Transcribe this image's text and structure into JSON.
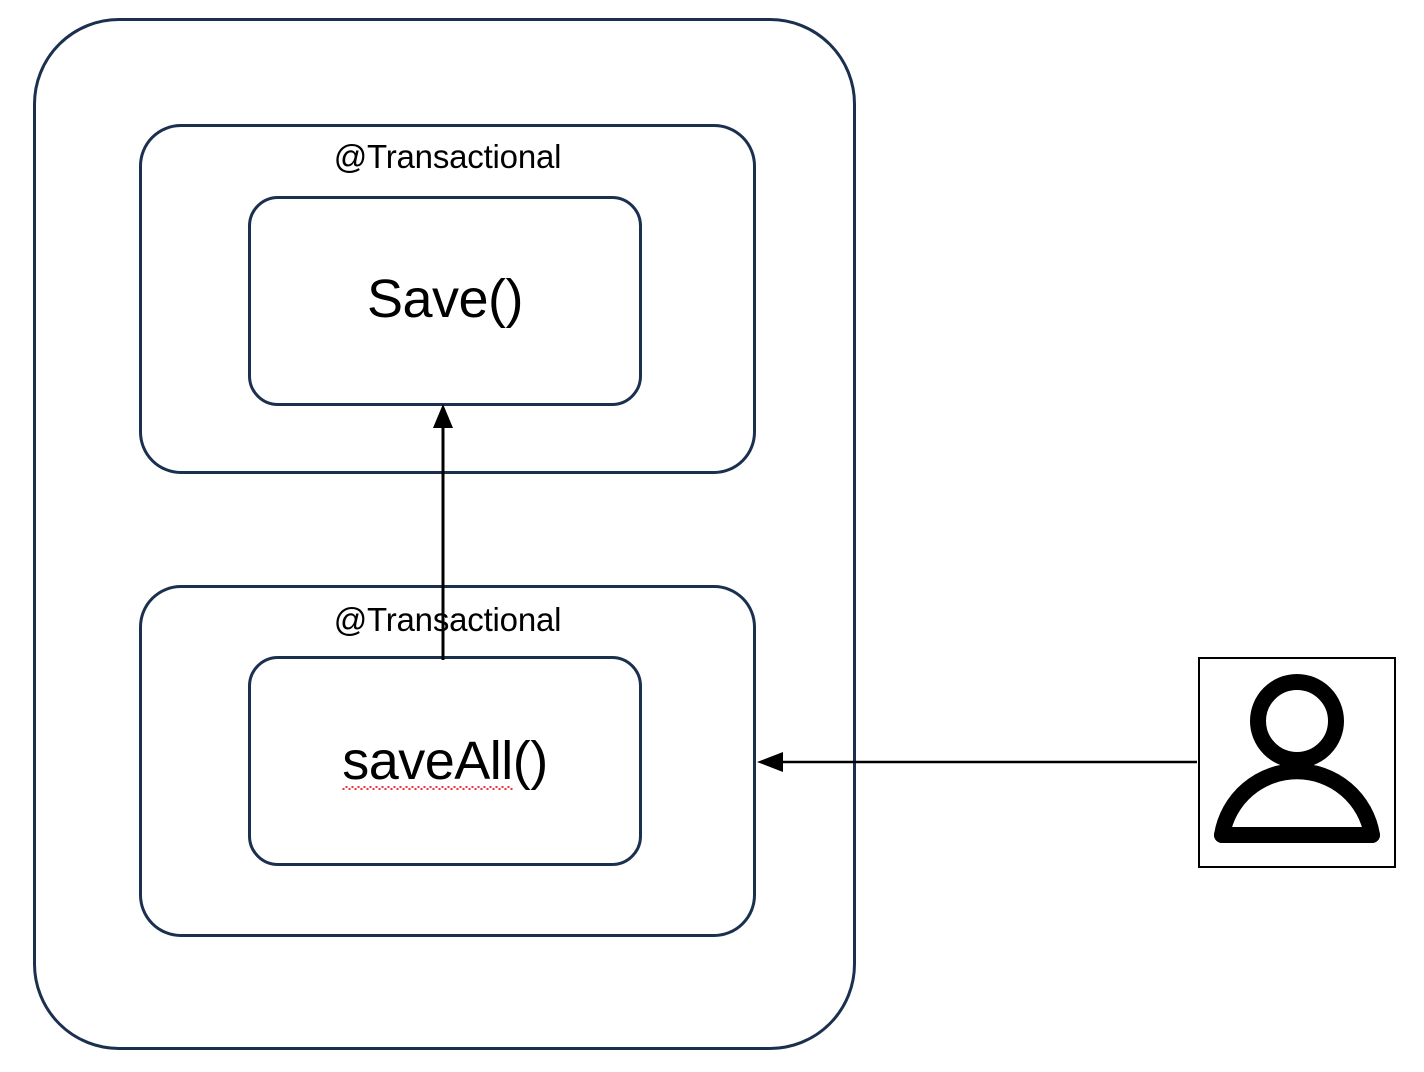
{
  "diagram": {
    "title": "Spring @Transactional nested call diagram",
    "colors": {
      "box_stroke": "#1b2f4e",
      "text": "#000000",
      "arrow": "#000000",
      "spellcheck_underline": "#e8303a",
      "background": "#ffffff"
    },
    "outer_container": {
      "name": "service-bean-container",
      "label": ""
    },
    "groups": [
      {
        "id": "top",
        "label": "@Transactional",
        "method": {
          "label": "Save()",
          "misspelled_part": "",
          "remainder": ""
        }
      },
      {
        "id": "bottom",
        "label": "@Transactional",
        "method": {
          "label": "saveAll()",
          "misspelled_part": "saveAll",
          "remainder": "()"
        }
      }
    ],
    "arrows": [
      {
        "name": "saveall-to-save-arrow",
        "from": "saveAll()",
        "to": "Save()",
        "direction": "up",
        "style": "solid",
        "head": "filled-triangle"
      },
      {
        "name": "user-to-saveall-arrow",
        "from": "user-actor",
        "to": "@Transactional (bottom group)",
        "direction": "left",
        "style": "solid",
        "head": "filled-triangle"
      }
    ],
    "actor": {
      "name": "user-actor",
      "icon": "user-person-icon",
      "caption": ""
    }
  }
}
